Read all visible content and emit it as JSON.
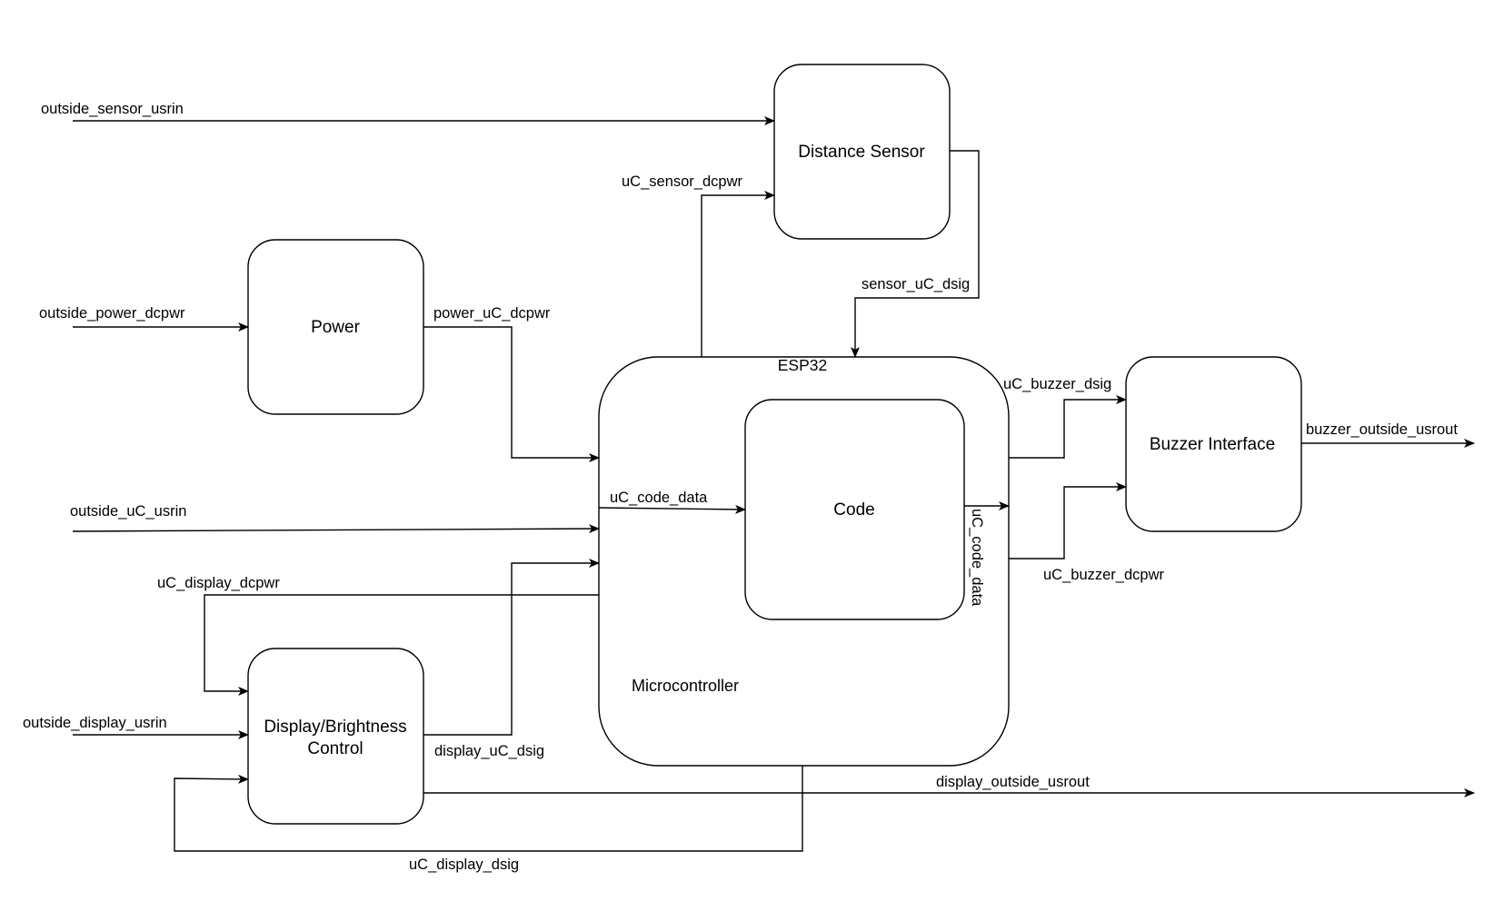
{
  "blocks": {
    "distance_sensor": "Distance Sensor",
    "power": "Power",
    "esp32": "ESP32",
    "microcontroller": "Microcontroller",
    "code": "Code",
    "buzzer_interface": "Buzzer Interface",
    "display_line1": "Display/Brightness",
    "display_line2": "Control"
  },
  "signals": {
    "outside_sensor_usrin": "outside_sensor_usrin",
    "uC_sensor_dcpwr": "uC_sensor_dcpwr",
    "sensor_uC_dsig": "sensor_uC_dsig",
    "outside_power_dcpwr": "outside_power_dcpwr",
    "power_uC_dcpwr": "power_uC_dcpwr",
    "outside_uC_usrin": "outside_uC_usrin",
    "uC_code_data_in": "uC_code_data",
    "uC_code_data_out": "uC_code_data",
    "uC_display_dcpwr": "uC_display_dcpwr",
    "outside_display_usrin": "outside_display_usrin",
    "display_uC_dsig": "display_uC_dsig",
    "uC_display_dsig": "uC_display_dsig",
    "display_outside_usrout": "display_outside_usrout",
    "uC_buzzer_dsig": "uC_buzzer_dsig",
    "uC_buzzer_dcpwr": "uC_buzzer_dcpwr",
    "buzzer_outside_usrout": "buzzer_outside_usrout"
  }
}
